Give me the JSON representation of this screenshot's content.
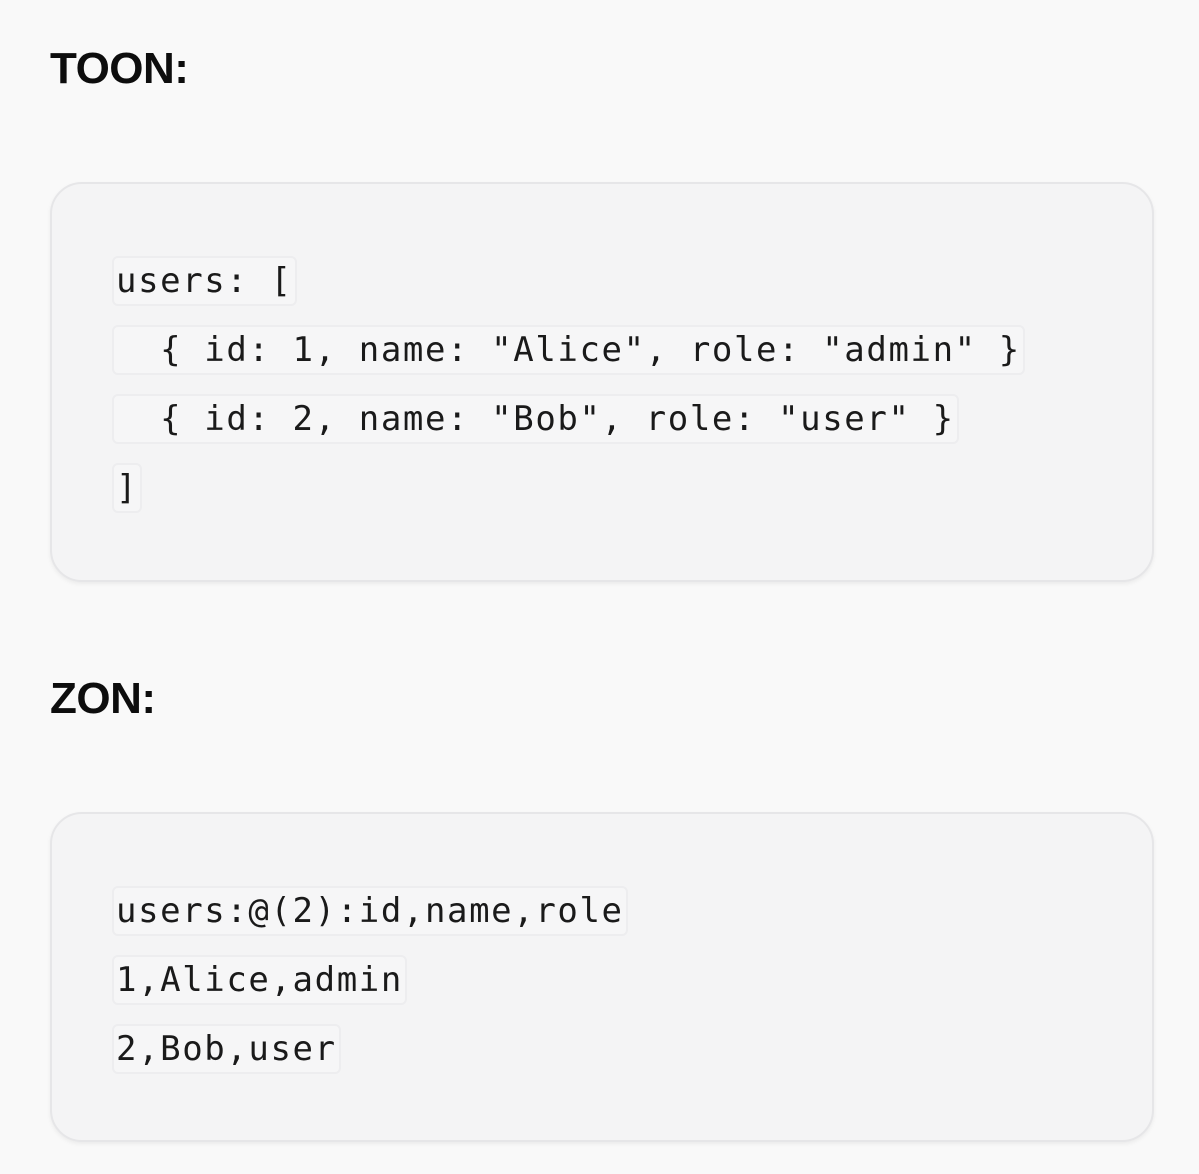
{
  "sections": [
    {
      "heading": "TOON:",
      "code_lines": [
        "users: [",
        "  { id: 1, name: \"Alice\", role: \"admin\" }",
        "  { id: 2, name: \"Bob\", role: \"user\" }",
        "]"
      ]
    },
    {
      "heading": "ZON:",
      "code_lines": [
        "users:@(2):id,name,role",
        "1,Alice,admin",
        "2,Bob,user"
      ]
    }
  ]
}
